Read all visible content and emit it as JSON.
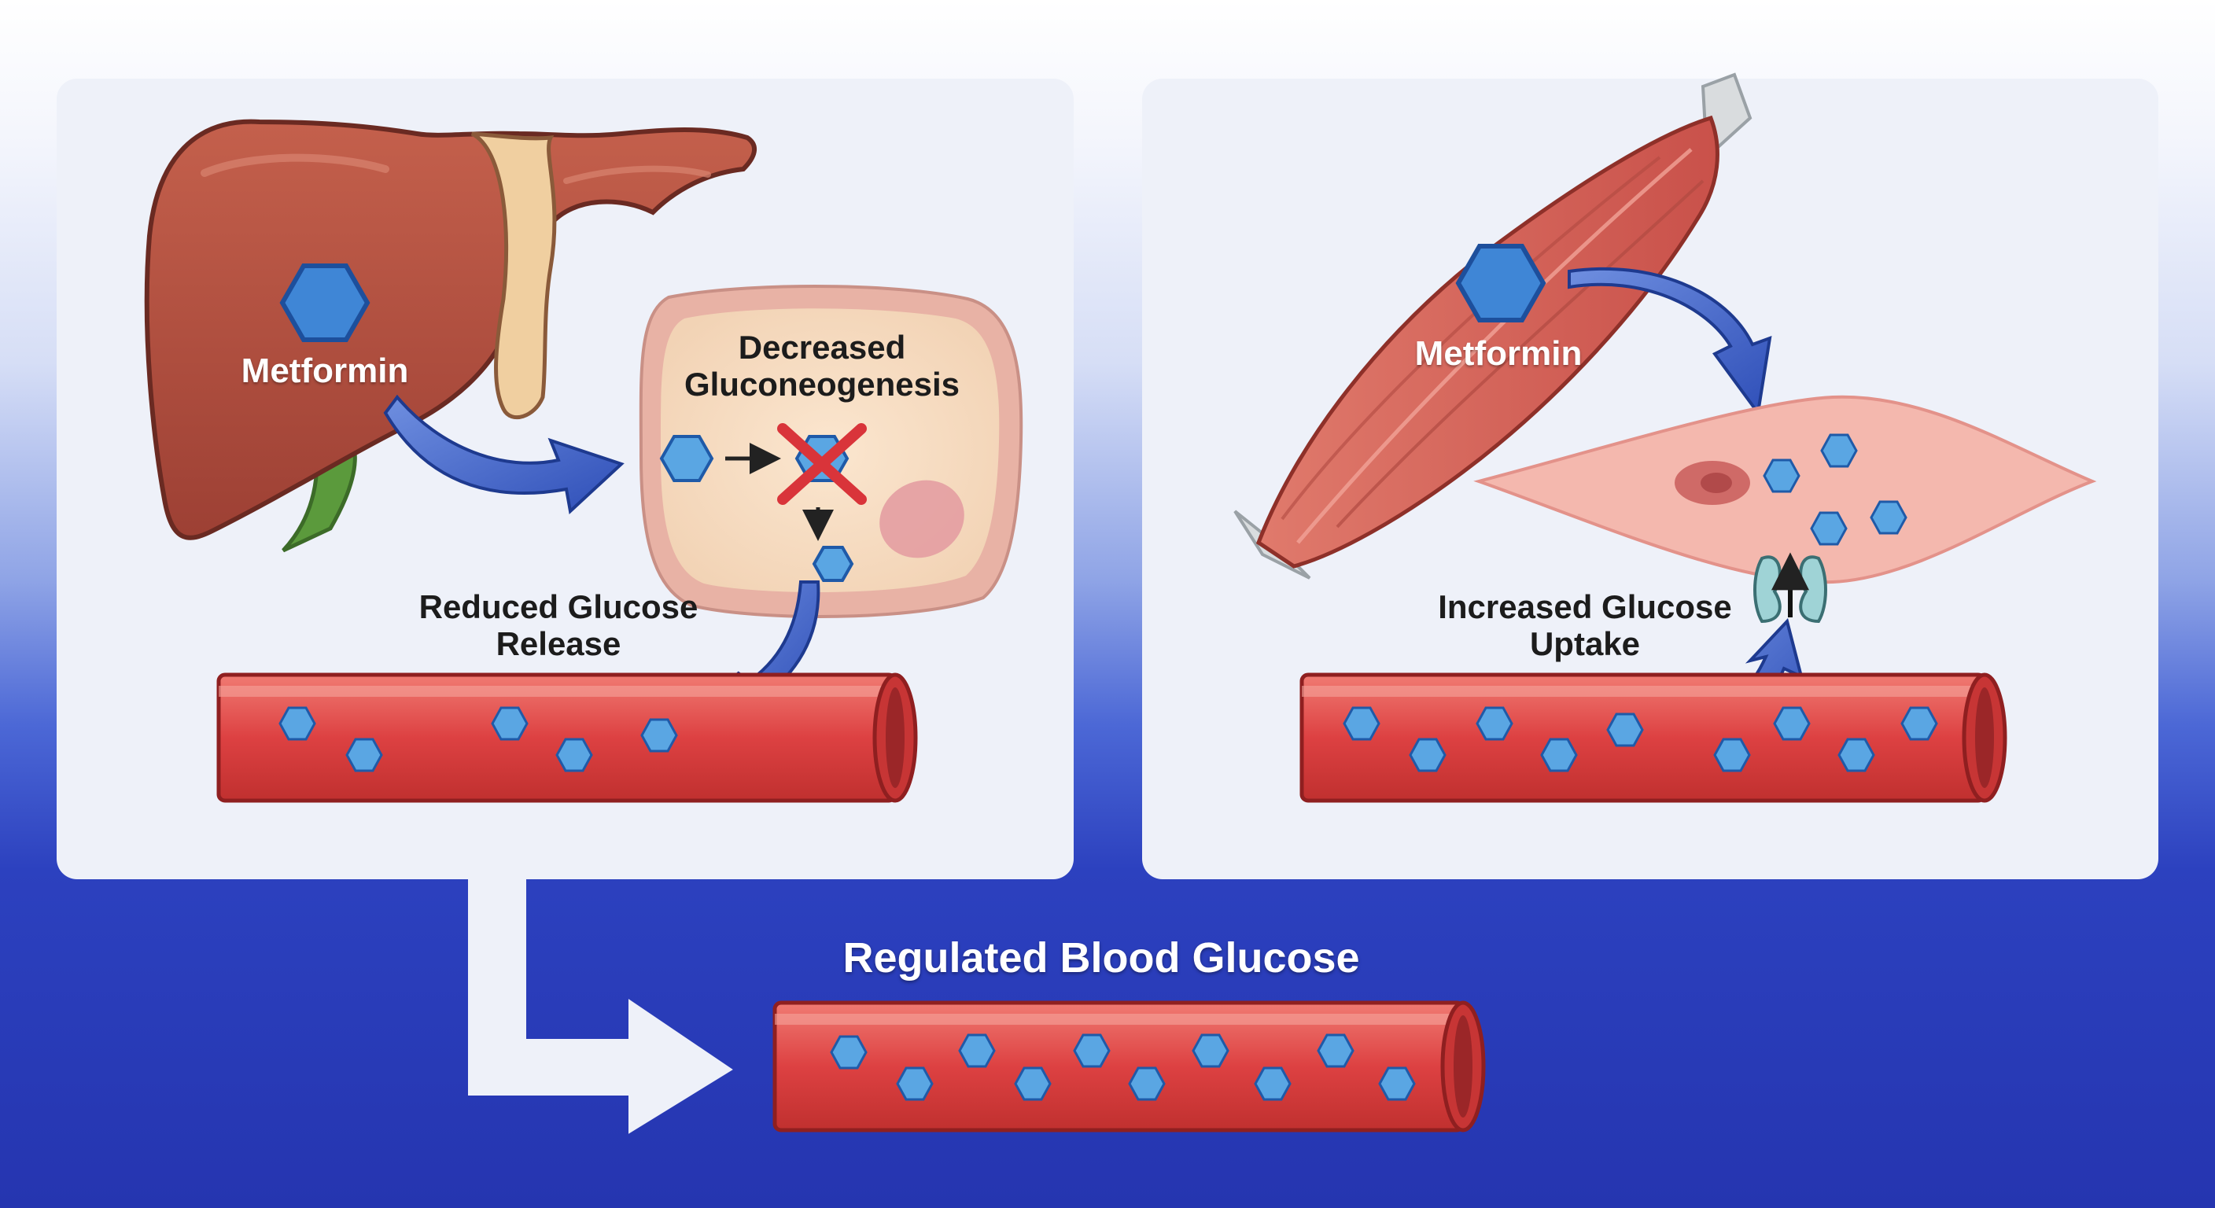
{
  "liver_panel": {
    "drug_label": "Metformin",
    "cell_title": "Decreased Gluconeogenesis",
    "release_label": "Reduced Glucose Release"
  },
  "muscle_panel": {
    "drug_label": "Metformin",
    "uptake_label": "Increased Glucose Uptake"
  },
  "outcome": {
    "title": "Regulated Blood Glucose"
  },
  "colors": {
    "background_top": "#ffffff",
    "background_bottom": "#2535b0",
    "panel": "#eef1f9",
    "liver": "#b5503f",
    "vessel": "#e04a4a",
    "glucose": "#5aa6e3",
    "arrow": "#3d60c4",
    "inhibition": "#d9343a"
  }
}
